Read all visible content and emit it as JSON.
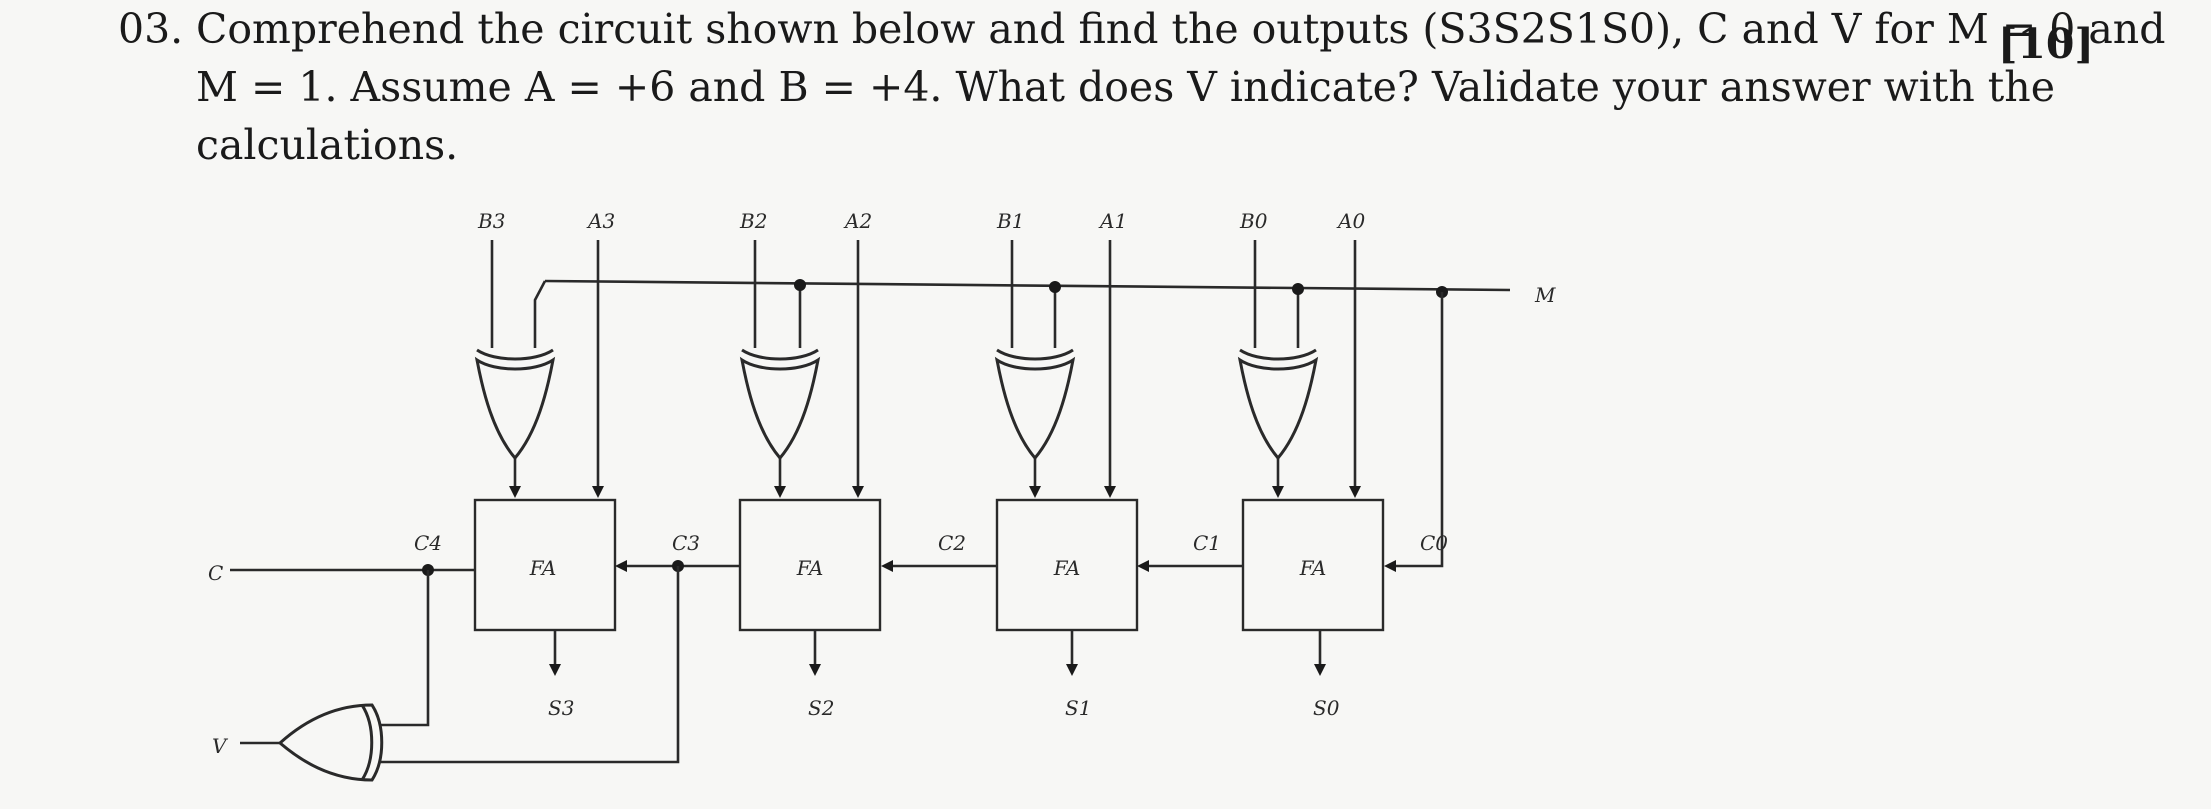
{
  "question": {
    "number": "03.",
    "line1": "Comprehend the circuit shown below and find the outputs (S3S2S1S0), C and V for M = 0 and",
    "line2": "M = 1. Assume A = +6 and B = +4. What does V indicate? Validate your answer with the",
    "line3": "calculations.",
    "marks": "[10]"
  },
  "circuit": {
    "stages": [
      {
        "b_label": "B3",
        "a_label": "A3",
        "fa_label": "FA",
        "carry_in_label": "C3",
        "sum_label": "S3"
      },
      {
        "b_label": "B2",
        "a_label": "A2",
        "fa_label": "FA",
        "carry_in_label": "C2",
        "sum_label": "S2"
      },
      {
        "b_label": "B1",
        "a_label": "A1",
        "fa_label": "FA",
        "carry_in_label": "C1",
        "sum_label": "S1"
      },
      {
        "b_label": "B0",
        "a_label": "A0",
        "fa_label": "FA",
        "carry_in_label": "C0",
        "sum_label": "S0"
      }
    ],
    "carry_out_label": "C4",
    "mode_label": "M",
    "carry_output_label": "C",
    "overflow_output_label": "V"
  },
  "colors": {
    "ink": "#2a2a2a",
    "paper": "#f7f7f5"
  }
}
